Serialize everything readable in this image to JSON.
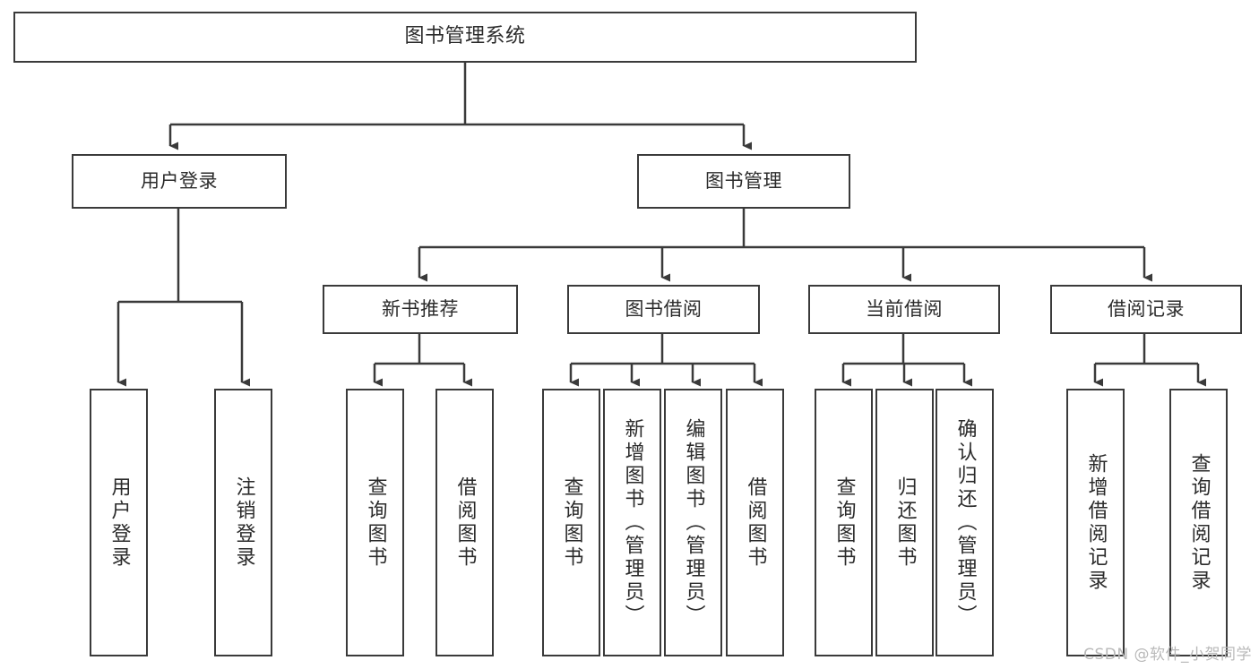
{
  "diagram": {
    "type": "tree-hierarchy",
    "title": "图书管理系统",
    "orientation": "top-down",
    "colors": {
      "stroke": "#3a3a3a",
      "text": "#2b2b2b",
      "background": "#ffffff",
      "watermark": "#b9b9b9"
    },
    "root": {
      "label": "图书管理系统"
    },
    "level2": [
      {
        "label": "用户登录"
      },
      {
        "label": "图书管理"
      }
    ],
    "level3": [
      {
        "label": "新书推荐"
      },
      {
        "label": "图书借阅"
      },
      {
        "label": "当前借阅"
      },
      {
        "label": "借阅记录"
      }
    ],
    "leaves": {
      "user_login": [
        {
          "label": "用户登录"
        },
        {
          "label": "注销登录"
        }
      ],
      "new_book_recommend": [
        {
          "label": "查询图书"
        },
        {
          "label": "借阅图书"
        }
      ],
      "book_borrow": [
        {
          "label": "查询图书"
        },
        {
          "label": "新增图书（管理员）"
        },
        {
          "label": "编辑图书（管理员）"
        },
        {
          "label": "借阅图书"
        }
      ],
      "current_borrow": [
        {
          "label": "查询图书"
        },
        {
          "label": "归还图书"
        },
        {
          "label": "确认归还（管理员）"
        }
      ],
      "borrow_record": [
        {
          "label": "新增借阅记录"
        },
        {
          "label": "查询借阅记录"
        }
      ]
    }
  },
  "watermark": {
    "text": "CSDN @软件_小贺同学"
  }
}
